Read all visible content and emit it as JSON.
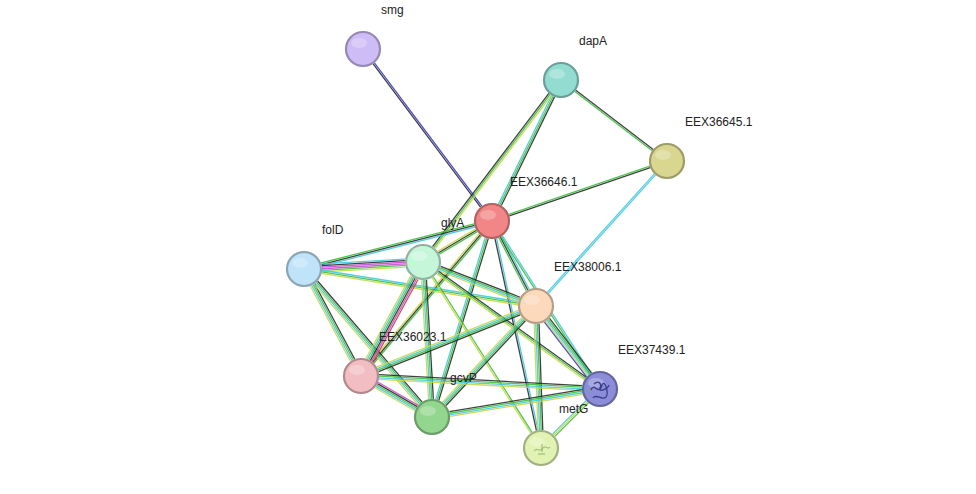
{
  "diagram": {
    "nodes": [
      {
        "text": [
          "smg"
        ]
      },
      {
        "text": [
          "dapA"
        ]
      },
      {
        "text": [
          "EEX36645.1"
        ]
      },
      {
        "text": [
          "EEX36646.1"
        ]
      },
      {
        "text": [
          "folD"
        ]
      },
      {
        "text": [
          "glyA"
        ]
      },
      {
        "text": [
          "EEX38006.1"
        ]
      },
      {
        "text": [
          "EEX36023.1"
        ]
      },
      {
        "text": [
          "EEX37439.1"
        ]
      },
      {
        "text": [
          "gcvP"
        ]
      },
      {
        "text": [
          "metG"
        ]
      }
    ],
    "edges": [
      {
        "from": 0,
        "to": 3,
        "arrow": "none"
      },
      {
        "from": 1,
        "to": 2,
        "arrow": "none"
      },
      {
        "from": 1,
        "to": 3,
        "arrow": "none"
      },
      {
        "from": 1,
        "to": 5,
        "arrow": "none"
      },
      {
        "from": 2,
        "to": 3,
        "arrow": "none"
      },
      {
        "from": 2,
        "to": 6,
        "arrow": "none"
      },
      {
        "from": 3,
        "to": 4,
        "arrow": "none"
      },
      {
        "from": 3,
        "to": 5,
        "arrow": "none"
      },
      {
        "from": 3,
        "to": 6,
        "arrow": "none"
      },
      {
        "from": 3,
        "to": 7,
        "arrow": "none"
      },
      {
        "from": 3,
        "to": 9,
        "arrow": "none"
      },
      {
        "from": 3,
        "to": 10,
        "arrow": "none"
      },
      {
        "from": 3,
        "to": 8,
        "arrow": "none"
      },
      {
        "from": 4,
        "to": 5,
        "arrow": "none"
      },
      {
        "from": 4,
        "to": 7,
        "arrow": "none"
      },
      {
        "from": 4,
        "to": 9,
        "arrow": "none"
      },
      {
        "from": 4,
        "to": 6,
        "arrow": "none"
      },
      {
        "from": 5,
        "to": 7,
        "arrow": "none"
      },
      {
        "from": 5,
        "to": 9,
        "arrow": "none"
      },
      {
        "from": 5,
        "to": 6,
        "arrow": "none"
      },
      {
        "from": 5,
        "to": 8,
        "arrow": "none"
      },
      {
        "from": 5,
        "to": 10,
        "arrow": "none"
      },
      {
        "from": 6,
        "to": 7,
        "arrow": "none"
      },
      {
        "from": 6,
        "to": 9,
        "arrow": "none"
      },
      {
        "from": 6,
        "to": 8,
        "arrow": "none"
      },
      {
        "from": 6,
        "to": 10,
        "arrow": "none"
      },
      {
        "from": 7,
        "to": 9,
        "arrow": "none"
      },
      {
        "from": 7,
        "to": 8,
        "arrow": "none"
      },
      {
        "from": 9,
        "to": 8,
        "arrow": "none"
      },
      {
        "from": 8,
        "to": 10,
        "arrow": "none"
      }
    ]
  }
}
